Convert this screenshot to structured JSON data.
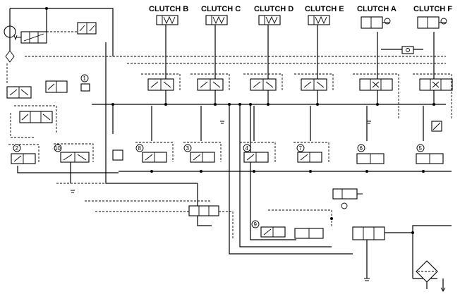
{
  "clutch_labels": {
    "b": "CLUTCH B",
    "c": "CLUTCH C",
    "d": "CLUTCH D",
    "e": "CLUTCH E",
    "a": "CLUTCH A",
    "f": "CLUTCH F"
  },
  "valve_numbers": {
    "v1": "1",
    "v2": "2",
    "v3": "3",
    "v4": "4",
    "v5": "5",
    "v6": "6",
    "v7": "7",
    "v8": "8",
    "v9": "9",
    "v10": "10"
  },
  "colors": {
    "line": "#000000",
    "background": "#ffffff"
  }
}
